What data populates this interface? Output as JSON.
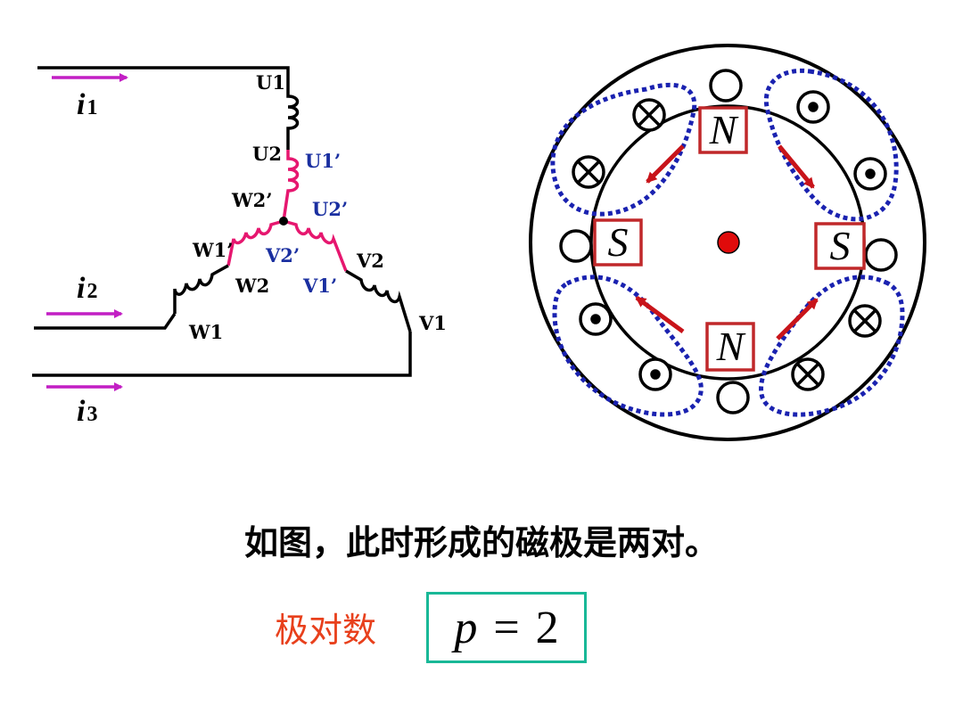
{
  "circuit": {
    "currents": [
      {
        "symbol": "i",
        "sub": "1"
      },
      {
        "symbol": "i",
        "sub": "2"
      },
      {
        "symbol": "i",
        "sub": "3"
      }
    ],
    "terminals": {
      "U1": "U1",
      "U2": "U2",
      "V1": "V1",
      "V2": "V2",
      "W1": "W1",
      "W2": "W2",
      "U1p": "U1’",
      "U2p": "U2’",
      "V1p": "V1’",
      "V2p": "V2’",
      "W1p": "W1’",
      "W2p": "W2’"
    }
  },
  "stator": {
    "poles": [
      "N",
      "S",
      "S",
      "N"
    ]
  },
  "caption": "如图，此时形成的磁极是两对。",
  "pole_pairs": {
    "label": "极对数",
    "var": "p",
    "eq": "=",
    "value": "2"
  },
  "colors": {
    "wire": "#000000",
    "primed_coil": "#e6176f",
    "current_arrow": "#c21fc4",
    "primed_label": "#1a2fa0",
    "pole_box": "#c0282a",
    "flux_line": "#1a22b0",
    "field_arrow": "#c8141a",
    "rotor_dot": "#e00b0b",
    "formula_border": "#19b897",
    "label_red": "#e8401c"
  }
}
